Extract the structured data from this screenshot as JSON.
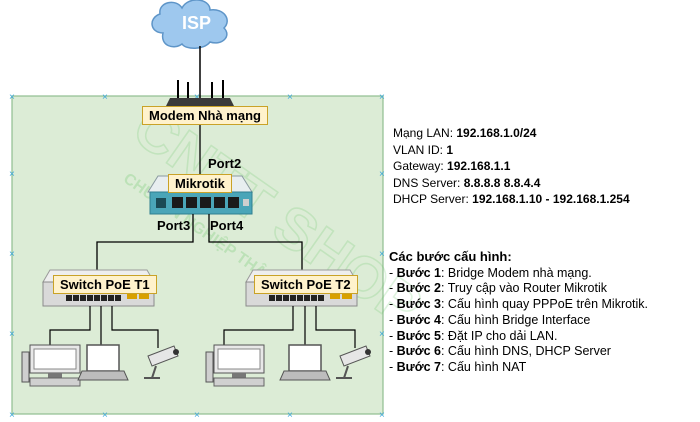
{
  "cloud": {
    "label": "ISP"
  },
  "devices": {
    "modem": {
      "label": "Modem Nhà mạng"
    },
    "router": {
      "label": "Mikrotik"
    },
    "switch_t1": {
      "label": "Switch PoE T1"
    },
    "switch_t2": {
      "label": "Switch PoE T2"
    }
  },
  "ports": {
    "port2": "Port2",
    "port3": "Port3",
    "port4": "Port4"
  },
  "watermark": {
    "text": "CNTT SHOP",
    "subtext": "CHUYÊN NGHIỆP THẬT TÂM"
  },
  "network_info": [
    {
      "key": "Mạng LAN: ",
      "value": "192.168.1.0/24"
    },
    {
      "key": "VLAN ID: ",
      "value": "1"
    },
    {
      "key": "Gateway: ",
      "value": "192.168.1.1"
    },
    {
      "key": "DNS Server: ",
      "value": "8.8.8.8 8.8.4.4"
    },
    {
      "key": "DHCP Server: ",
      "value": "192.168.1.10 - 192.168.1.254"
    }
  ],
  "steps": {
    "title": "Các bước cấu hình:",
    "items": [
      {
        "prefix": "- ",
        "step": "Bước 1",
        "text": ": Bridge Modem nhà mạng."
      },
      {
        "prefix": "- ",
        "step": "Bước 2",
        "text": ": Truy cập vào Router Mikrotik"
      },
      {
        "prefix": "- ",
        "step": "Bước 3",
        "text": ": Cấu hình quay PPPoE trên Mikrotik."
      },
      {
        "prefix": "- ",
        "step": "Bước 4",
        "text": ": Cấu hình Bridge Interface"
      },
      {
        "prefix": "- ",
        "step": "Bước 5",
        "text": ": Đặt IP cho dải LAN."
      },
      {
        "prefix": "- ",
        "step": "Bước 6",
        "text": ": Cấu hình DNS, DHCP Server"
      },
      {
        "prefix": "- ",
        "step": "Bước 7",
        "text": ": Cấu hình NAT"
      }
    ]
  },
  "colors": {
    "area_fill": "#dcecd6",
    "area_border": "#8fbd8f",
    "cloud": "#9ec8ee",
    "tag_fill": "#fff2cc",
    "router_body": "#4aa5b8",
    "switch_body": "#d9d9d9"
  }
}
